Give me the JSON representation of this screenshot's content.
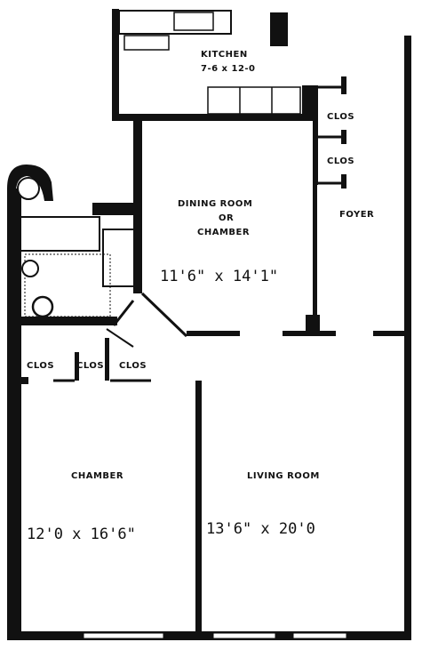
{
  "rooms": {
    "kitchen": {
      "name": "KITCHEN",
      "dims": "7-6 x 12-0"
    },
    "dining": {
      "name_line1": "DINING ROOM",
      "name_line2": "OR",
      "name_line3": "CHAMBER",
      "dims": "11'6\" x 14'1\""
    },
    "foyer": {
      "name": "FOYER"
    },
    "chamber": {
      "name": "CHAMBER",
      "dims": "12'0 x 16'6\""
    },
    "living": {
      "name": "LIVING ROOM",
      "dims": "13'6\" x 20'0"
    }
  },
  "closets": {
    "right_top": "CLOS",
    "right_bottom": "CLOS",
    "left_1": "CLOS",
    "left_2": "CLOS",
    "left_3": "CLOS"
  },
  "colors": {
    "ink": "#111111",
    "paper": "#ffffff"
  }
}
